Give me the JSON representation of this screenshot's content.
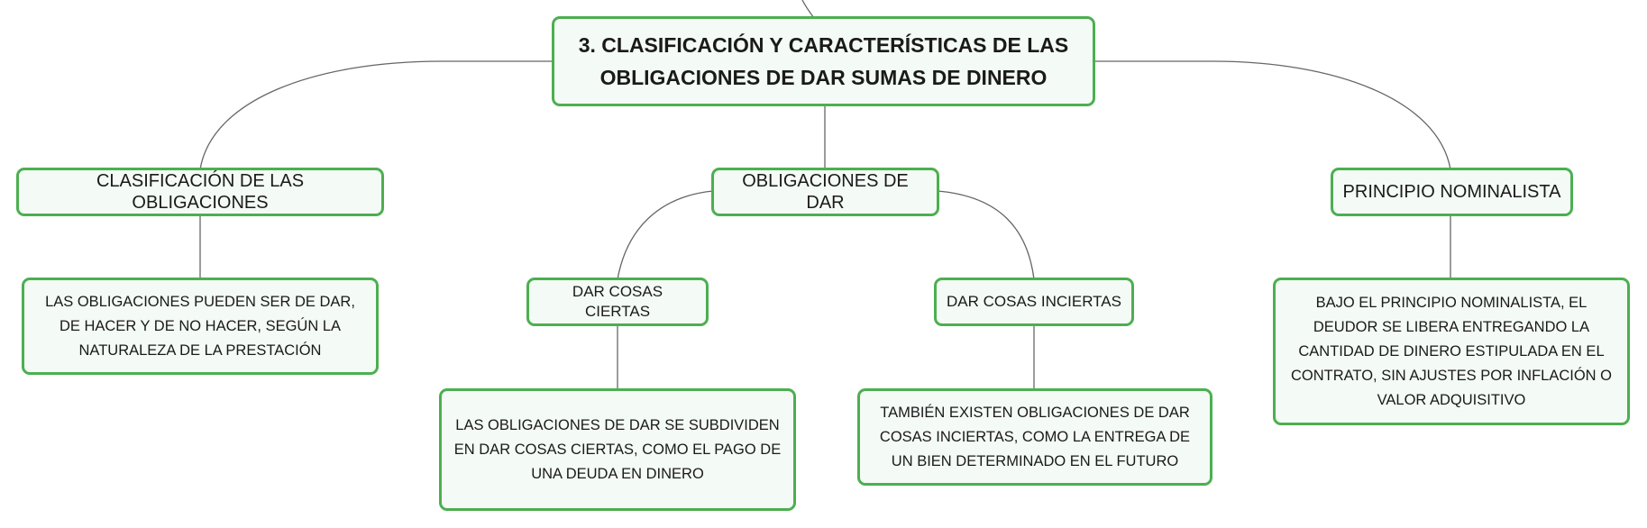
{
  "colors": {
    "node_border": "#4caf50",
    "node_fill": "#f4faf5",
    "connector": "#666666",
    "text": "#1a1a1a"
  },
  "root": {
    "text": "3. CLASIFICACIÓN Y CARACTERÍSTICAS DE LAS OBLIGACIONES DE DAR SUMAS DE DINERO"
  },
  "branches": {
    "clasificacion": {
      "title": "CLASIFICACIÓN DE LAS OBLIGACIONES",
      "detail": "LAS OBLIGACIONES PUEDEN SER DE DAR, DE HACER Y DE NO HACER, SEGÚN LA NATURALEZA DE LA PRESTACIÓN"
    },
    "obligaciones_dar": {
      "title": "OBLIGACIONES DE DAR",
      "ciertas": {
        "title": "DAR COSAS CIERTAS",
        "detail": "LAS OBLIGACIONES DE DAR SE SUBDIVIDEN EN DAR COSAS CIERTAS, COMO EL PAGO DE UNA DEUDA EN DINERO"
      },
      "inciertas": {
        "title": "DAR COSAS INCIERTAS",
        "detail": "TAMBIÉN EXISTEN OBLIGACIONES DE DAR COSAS INCIERTAS, COMO LA ENTREGA DE UN BIEN DETERMINADO EN EL FUTURO"
      }
    },
    "nominalista": {
      "title": "PRINCIPIO NOMINALISTA",
      "detail": "BAJO EL PRINCIPIO NOMINALISTA, EL DEUDOR SE LIBERA ENTREGANDO LA CANTIDAD DE DINERO ESTIPULADA EN EL CONTRATO, SIN AJUSTES POR INFLACIÓN O VALOR ADQUISITIVO"
    }
  }
}
